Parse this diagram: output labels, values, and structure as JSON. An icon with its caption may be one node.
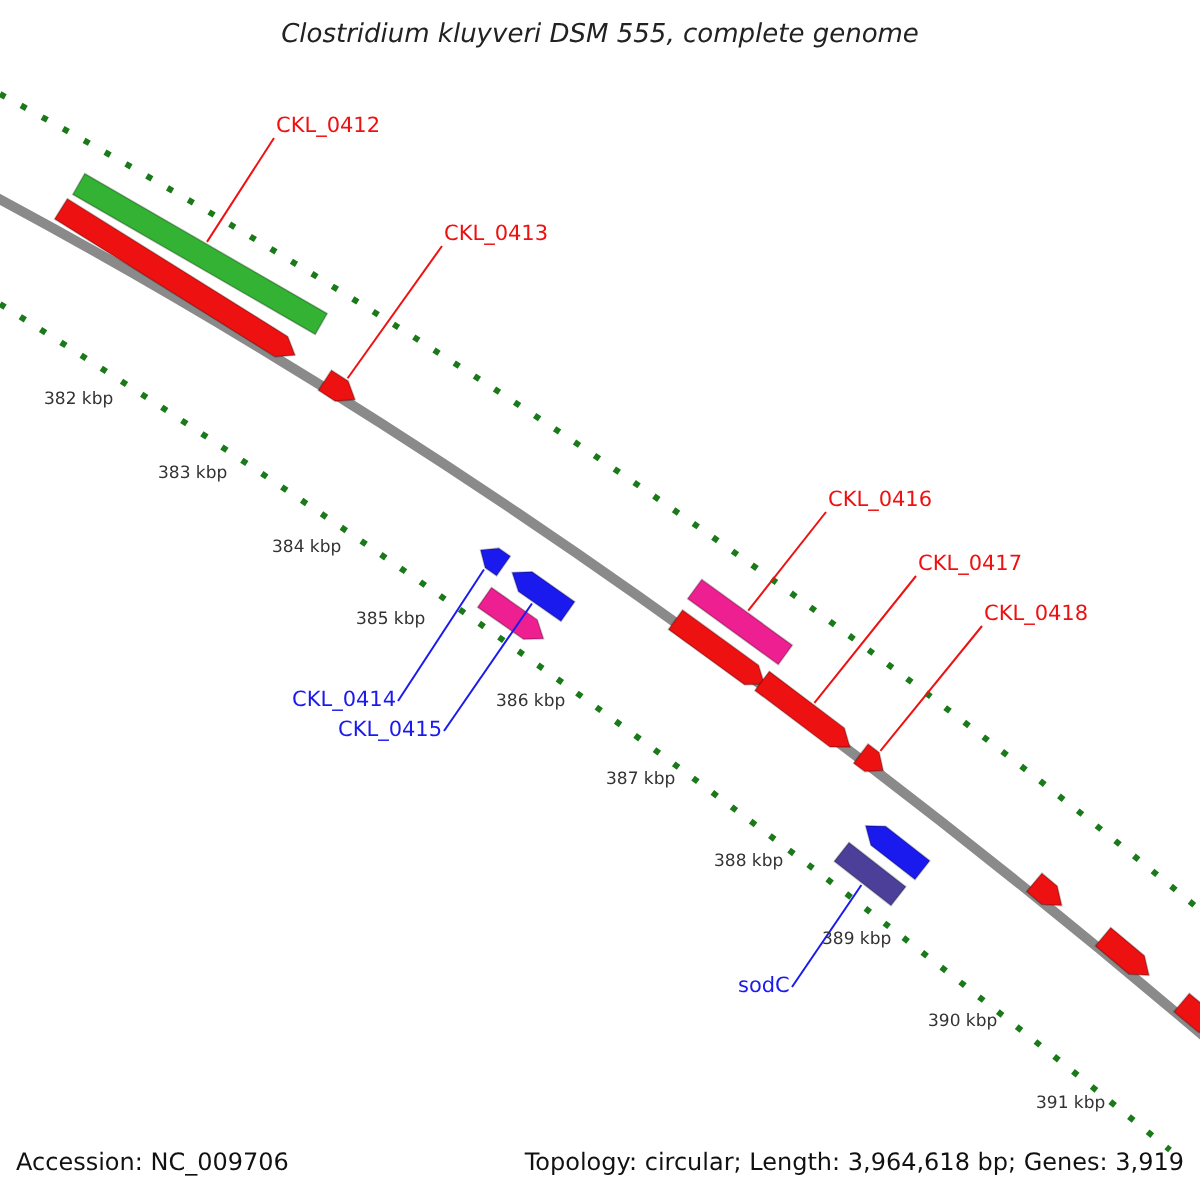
{
  "diagram": {
    "title": "Clostridium kluyveri DSM 555, complete genome",
    "nodes": [
      {
        "text": [
          "CKL_0412"
        ]
      },
      {
        "text": [],
        "shape": "bar"
      },
      {
        "text": [
          "CKL_0413"
        ]
      },
      {
        "text": [],
        "shape": "bar"
      },
      {
        "text": [
          "CKL_0416"
        ]
      },
      {
        "text": [],
        "shape": "bar"
      },
      {
        "text": [
          "CKL_0417"
        ]
      },
      {
        "text": [],
        "shape": "bar"
      },
      {
        "text": [
          "CKL_0418"
        ]
      },
      {
        "text": [],
        "shape": "bar"
      },
      {
        "text": [
          "CKL_0414"
        ]
      },
      {
        "text": [],
        "shape": "bar"
      },
      {
        "text": [
          "CKL_0415"
        ]
      },
      {
        "text": [],
        "shape": "bar"
      },
      {
        "text": [
          "sodC"
        ]
      },
      {
        "text": [],
        "shape": "bar"
      },
      {
        "text": [],
        "shape": "bar"
      },
      {
        "text": [],
        "shape": "bar"
      },
      {
        "text": [],
        "shape": "bar"
      },
      {
        "text": [],
        "shape": "bar"
      },
      {
        "text": [],
        "shape": "bar"
      },
      {
        "text": [],
        "shape": "bar"
      },
      {
        "text": [],
        "shape": "bar"
      }
    ],
    "edges": [
      {
        "from": 0,
        "to": 1,
        "arrow": "none"
      },
      {
        "from": 2,
        "to": 3,
        "arrow": "none"
      },
      {
        "from": 4,
        "to": 5,
        "arrow": "none"
      },
      {
        "from": 6,
        "to": 7,
        "arrow": "none"
      },
      {
        "from": 8,
        "to": 9,
        "arrow": "none"
      },
      {
        "from": 10,
        "to": 11,
        "arrow": "none",
        "color": "#1a1aee"
      },
      {
        "from": 12,
        "to": 13,
        "arrow": "none",
        "color": "#1a1aee"
      },
      {
        "from": 14,
        "to": 15,
        "arrow": "none",
        "color": "#1a1aee"
      }
    ],
    "labels": [
      "382 kbp",
      "383 kbp",
      "384 kbp",
      "385 kbp",
      "386 kbp",
      "387 kbp",
      "388 kbp",
      "389 kbp",
      "390 kbp",
      "391 kbp",
      "Accession: NC_009706",
      "Topology: circular; Length: 3,964,618 bp; Genes: 3,919"
    ]
  }
}
